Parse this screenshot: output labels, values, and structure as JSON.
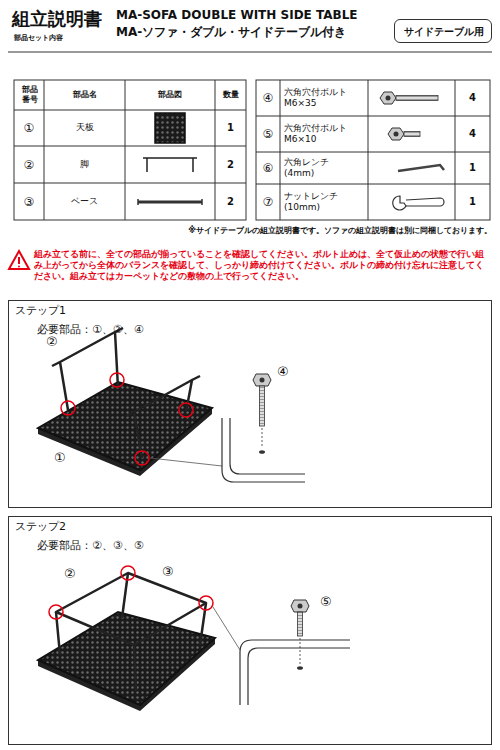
{
  "diagram": {
    "title": "組立説明書",
    "nodes": [
      {
        "text": [
          "サイドテーブル用"
        ]
      },
      {
        "text": [
          "ステップ1",
          "必要部品：①、②、④"
        ]
      },
      {
        "text": [
          "ステップ2",
          "必要部品：②、③、⑤"
        ]
      }
    ],
    "labels": [
      "部品セット内容",
      "MA-SOFA DOUBLE WITH SIDE TABLE",
      "MA-ソファ・ダブル・サイドテーブル付き",
      "部品番号",
      "部品名",
      "部品図",
      "数量",
      "①",
      "天板",
      "1",
      "②",
      "脚",
      "2",
      "③",
      "ベース",
      "2",
      "④",
      "六角穴付ボルト M6×35",
      "4",
      "⑤",
      "六角穴付ボルト M6×10",
      "4",
      "⑥",
      "六角レンチ(4mm)",
      "1",
      "⑦",
      "ナットレンチ(10mm)",
      "1",
      "※サイドテーブルの組立説明書です。ソファの組立説明書は別に同梱しております。",
      "組み立てる前に、全ての部品が揃っていることを確認してください。ボルト止めは、全て仮止めの状態で行い組み上がってから全体のバランスを確認して、しっかり締め付けてください。ボルトの締め付け忘れに注意してください。組み立てはカーペットなどの敷物の上で行ってください。",
      "②",
      "④",
      "①",
      "②",
      "③",
      "⑤"
    ]
  }
}
